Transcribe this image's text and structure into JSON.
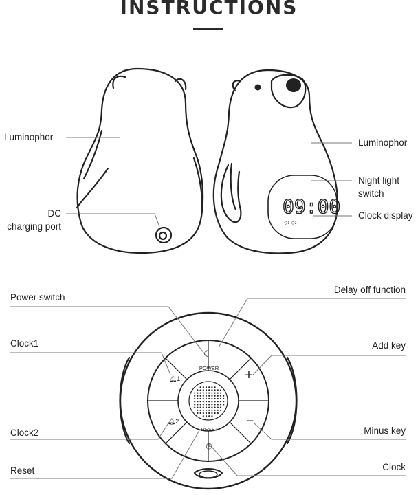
{
  "title": "INSTRUCTIONS",
  "labels": {
    "luminophor_left": "Luminophor",
    "dc_line1": "DC",
    "dc_line2": "charging port",
    "luminophor_right": "Luminophor",
    "night_line1": "Night light",
    "night_line2": "switch",
    "clock_display": "Clock display",
    "power_switch": "Power switch",
    "delay_off": "Delay off function",
    "clock1": "Clock1",
    "add_key": "Add key",
    "clock2": "Clock2",
    "minus_key": "Minus key",
    "reset": "Reset",
    "clock": "Clock"
  },
  "device": {
    "clock_time": "09:00",
    "power_text": "POWER",
    "reset_text": "RESET",
    "clock1_glyph": "1",
    "clock2_glyph": "2",
    "add_glyph": "+",
    "minus_glyph": "−"
  },
  "colors": {
    "ink": "#222222",
    "line": "#666666"
  }
}
